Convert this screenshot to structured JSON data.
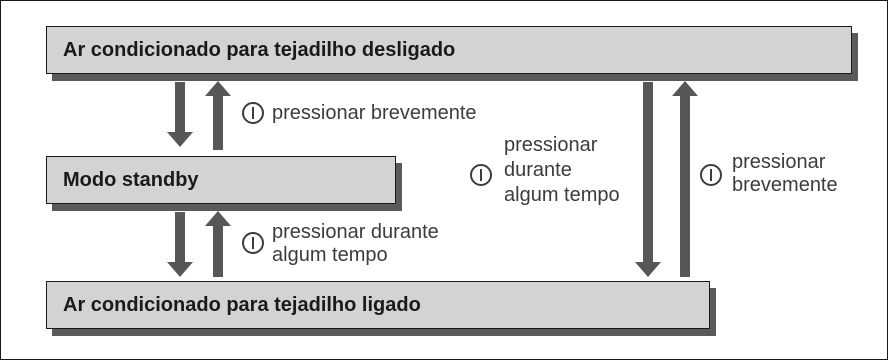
{
  "states": {
    "off": "Ar condicionado para tejadilho desligado",
    "standby": "Modo standby",
    "on": "Ar condicionado para tejadilho ligado"
  },
  "transitions": {
    "off_standby": {
      "line1": "pressionar brevemente"
    },
    "standby_on": {
      "line1": "pressionar durante",
      "line2": "algum tempo"
    },
    "on_off": {
      "line1": "pressionar",
      "line2": "durante",
      "line3": "algum tempo"
    },
    "off_on": {
      "line1": "pressionar",
      "line2": "brevemente"
    }
  },
  "icons": {
    "button": "power-button-icon"
  }
}
